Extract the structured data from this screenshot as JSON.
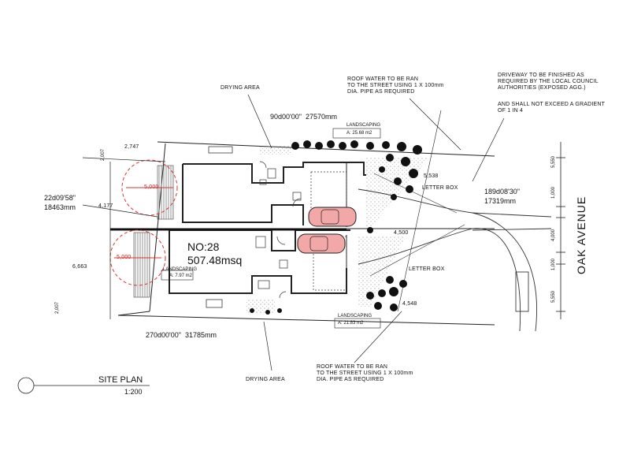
{
  "bearings": {
    "top": "90d00'00\"  27570mm",
    "bottom": "270d00'00\"  31785mm",
    "left_angle": "22d09'58\"",
    "left_length": "18463mm",
    "right_angle": "189d08'30\"",
    "right_length": "17319mm"
  },
  "lot": {
    "number": "NO:28",
    "area": "507.48msq"
  },
  "street": "OAK AVENUE",
  "title": {
    "name": "SITE PLAN",
    "scale": "1:200"
  },
  "notes": {
    "drying_top": "DRYING AREA",
    "drying_bottom": "DRYING AREA",
    "roof_top": "ROOF WATER TO BE RAN\nTO THE STREET USING 1 X 100mm\nDIA. PIPE AS REQUIRED",
    "roof_bottom": "ROOF WATER TO BE RAN\nTO THE STREET USING 1 X 100mm\nDIA. PIPE AS REQUIRED",
    "driveway": "DRIVEWAY TO BE FINISHED AS\nREQUIRED BY THE LOCAL COUNCIL\nAUTHORITIES (EXPOSED AGG.)",
    "gradient": "AND SHALL NOT EXCEED A GRADIENT\nOF 1 IN 4",
    "letterbox_top": "LETTER BOX",
    "letterbox_bottom": "LETTER BOX"
  },
  "landscaping": {
    "label": "LANDSCAPING",
    "top_area": "A: 25.68 m2",
    "mid_area": "A: 7.97 m2",
    "bottom_area": "A: 21.83 m2"
  },
  "dimensions": {
    "left_top": "2,007",
    "left_bottom": "2,007",
    "d2747": "2,747",
    "d4177": "4,177",
    "d6663": "6,663",
    "circle_top": "5,000",
    "circle_bottom": "5,000",
    "d5538": "5,538",
    "d4500": "4,500",
    "d4548": "4,548",
    "right_5550a": "5,550",
    "right_1000a": "1,000",
    "right_4000": "4,000",
    "right_1000b": "1,000",
    "right_5550b": "5,550"
  },
  "colors": {
    "car": "#f3a8a8",
    "circle": "#e03030",
    "line": "#222222"
  }
}
